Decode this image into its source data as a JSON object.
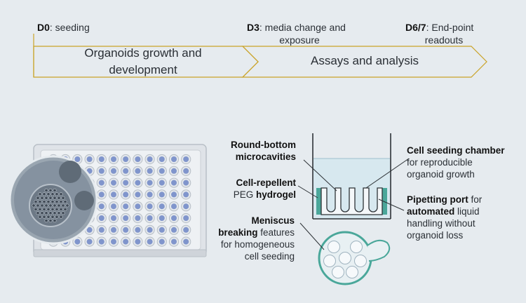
{
  "timeline": {
    "milestones": [
      {
        "day": "D0",
        "text": ": seeding"
      },
      {
        "day": "D3",
        "text": ": media change and",
        "text2": "exposure"
      },
      {
        "day": "D6/7",
        "text": ": End-point",
        "text2": "readouts"
      }
    ],
    "phases": [
      {
        "line1": "Organoids growth and",
        "line2": "development"
      },
      {
        "line1": "Assays and analysis"
      }
    ]
  },
  "annotations": {
    "round_bottom": {
      "bold1": "Round-bottom",
      "bold2": "microcavities"
    },
    "cell_repellent": {
      "bold": "Cell-repellent",
      "plain": "PEG ",
      "bold2": "hydrogel"
    },
    "meniscus": {
      "bold1": "Meniscus",
      "bold2": "breaking",
      "plain2": " features",
      "plain3": "for homogeneous",
      "plain4": "cell seeding"
    },
    "seeding_chamber": {
      "bold": "Cell seeding chamber",
      "plain1": "for reproducible",
      "plain2": "organoid growth"
    },
    "pipetting_port": {
      "bold1": "Pipetting port",
      "plain1": " for",
      "bold2": "automated",
      "plain2": " liquid",
      "plain3": "handling without",
      "plain4": "organoid loss"
    }
  },
  "colors": {
    "gold": "#c9a227",
    "teal": "#4aa79a",
    "well_blue": "#6f86c7",
    "plate_gray": "#c9ced4"
  }
}
